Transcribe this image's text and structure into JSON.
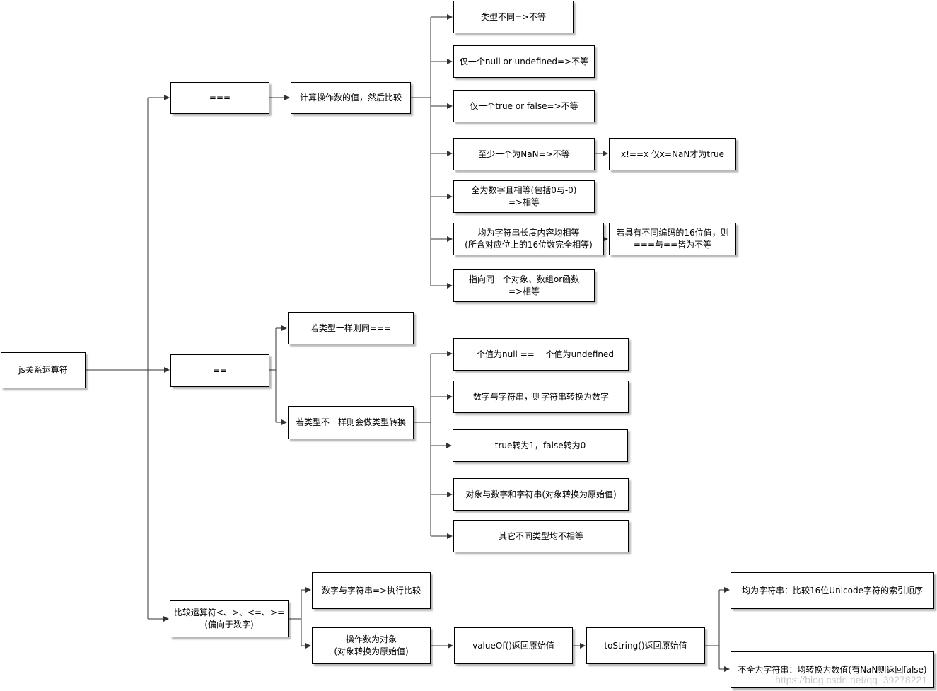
{
  "nodes": {
    "root": {
      "text": "js关系运算符"
    },
    "strict_eq": {
      "text": "==="
    },
    "compute": {
      "text": "计算操作数的值，然后比较"
    },
    "s1": {
      "text": "类型不同=>不等"
    },
    "s2": {
      "text": "仅一个null  or  undefined=>不等"
    },
    "s3": {
      "text": "仅一个true  or  false=>不等"
    },
    "s4": {
      "text": "至少一个为NaN=>不等"
    },
    "s4_note": {
      "text": "x!==x 仅x=NaN才为true"
    },
    "s5": {
      "line1": "全为数字且相等(包括0与-0)",
      "line2": "=>相等"
    },
    "s6": {
      "line1": "均为字符串长度内容均相等",
      "line2": "(所含对应位上的16位数完全相等)"
    },
    "s6_note": {
      "line1": "若具有不同编码的16位值，则",
      "line2": "===与==皆为不等"
    },
    "s7": {
      "line1": "指向同一个对象、数组or函数",
      "line2": "=>相等"
    },
    "loose_eq": {
      "text": "=="
    },
    "same_type": {
      "text": "若类型一样则同==="
    },
    "diff_type": {
      "text": "若类型不一样则会做类型转换"
    },
    "l1": {
      "text": "一个值为null  ==  一个值为undefined"
    },
    "l2": {
      "text": "数字与字符串，则字符串转换为数字"
    },
    "l3": {
      "text": "true转为1，false转为0"
    },
    "l4": {
      "text": "对象与数字和字符串(对象转换为原始值)"
    },
    "l5": {
      "text": "其它不同类型均不相等"
    },
    "cmp": {
      "line1": "比较运算符<、>、<=、>=",
      "line2": "(偏向于数字)"
    },
    "c1": {
      "text": "数字与字符串=>执行比较"
    },
    "c2": {
      "line1": "操作数为对象",
      "line2": "(对象转换为原始值)"
    },
    "valueof": {
      "text": "valueOf()返回原始值"
    },
    "tostring": {
      "text": "toString()返回原始值"
    },
    "c3": {
      "text": "均为字符串：比较16位Unicode字符的索引顺序"
    },
    "c4": {
      "text": "不全为字符串：均转换为数值(有NaN则返回false)"
    }
  },
  "watermark": "https://blog.csdn.net/qq_39278221",
  "colors": {
    "line": "#333333",
    "border": "#000000"
  }
}
